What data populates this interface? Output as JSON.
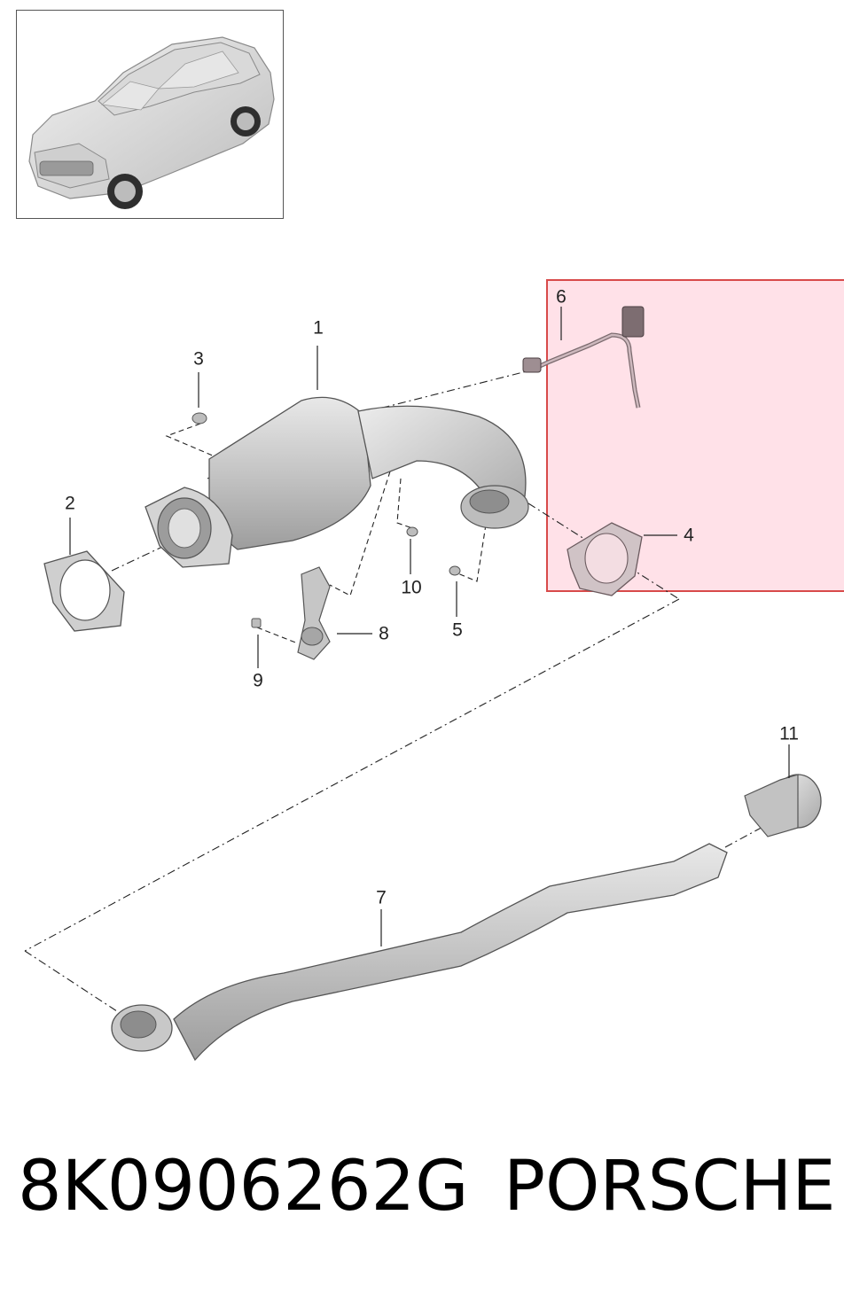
{
  "callouts": [
    {
      "id": "1",
      "text": "1"
    },
    {
      "id": "2",
      "text": "2"
    },
    {
      "id": "3",
      "text": "3"
    },
    {
      "id": "4",
      "text": "4"
    },
    {
      "id": "5",
      "text": "5"
    },
    {
      "id": "6",
      "text": "6"
    },
    {
      "id": "7",
      "text": "7"
    },
    {
      "id": "8",
      "text": "8"
    },
    {
      "id": "9",
      "text": "9"
    },
    {
      "id": "10",
      "text": "10"
    },
    {
      "id": "11",
      "text": "11"
    }
  ],
  "footer": {
    "part_number": "8K0906262G",
    "brand": "PORSCHE"
  },
  "colors": {
    "highlight_fill": "#ffd6df",
    "highlight_border": "#d84a4a",
    "part_gray": "#c8c8c8"
  }
}
